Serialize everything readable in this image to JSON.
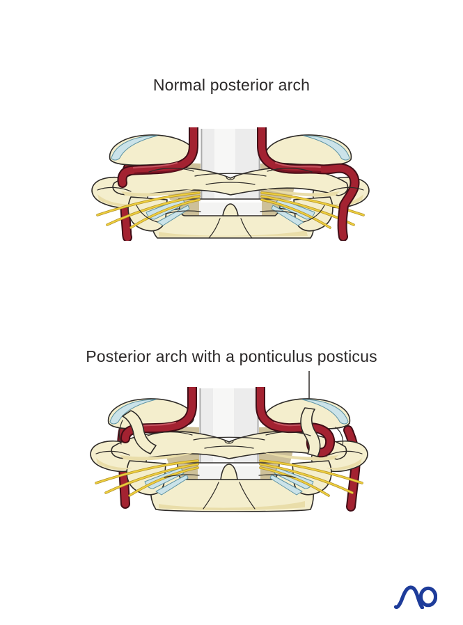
{
  "figures": {
    "top": {
      "title": "Normal posterior arch"
    },
    "bottom": {
      "title": "Posterior arch with a ponticulus posticus"
    }
  },
  "logo": {
    "text": "AO",
    "color": "#1e3c9a"
  },
  "palette": {
    "background": "#ffffff",
    "text": "#2b2828",
    "outline": "#2e2b28",
    "bone": "#f4eecd",
    "boneShade": "#e9dda9",
    "artery": "#a32231",
    "arteryDark": "#6e1220",
    "arteryOutline": "#420d16",
    "arteryHighlight": "#c4525e",
    "cord": "#ececec",
    "cordHighlight": "#f7f7f6",
    "cordEdge": "#a9a9a9",
    "tan": "#cdc099",
    "cartilage": "#cbe3e9",
    "cartilageEdge": "#5d93a3",
    "nerve": "#eecf3e",
    "nerveEdge": "#b2922a",
    "leader": "#3a3734",
    "leaderDot": "#1f1d1b"
  }
}
